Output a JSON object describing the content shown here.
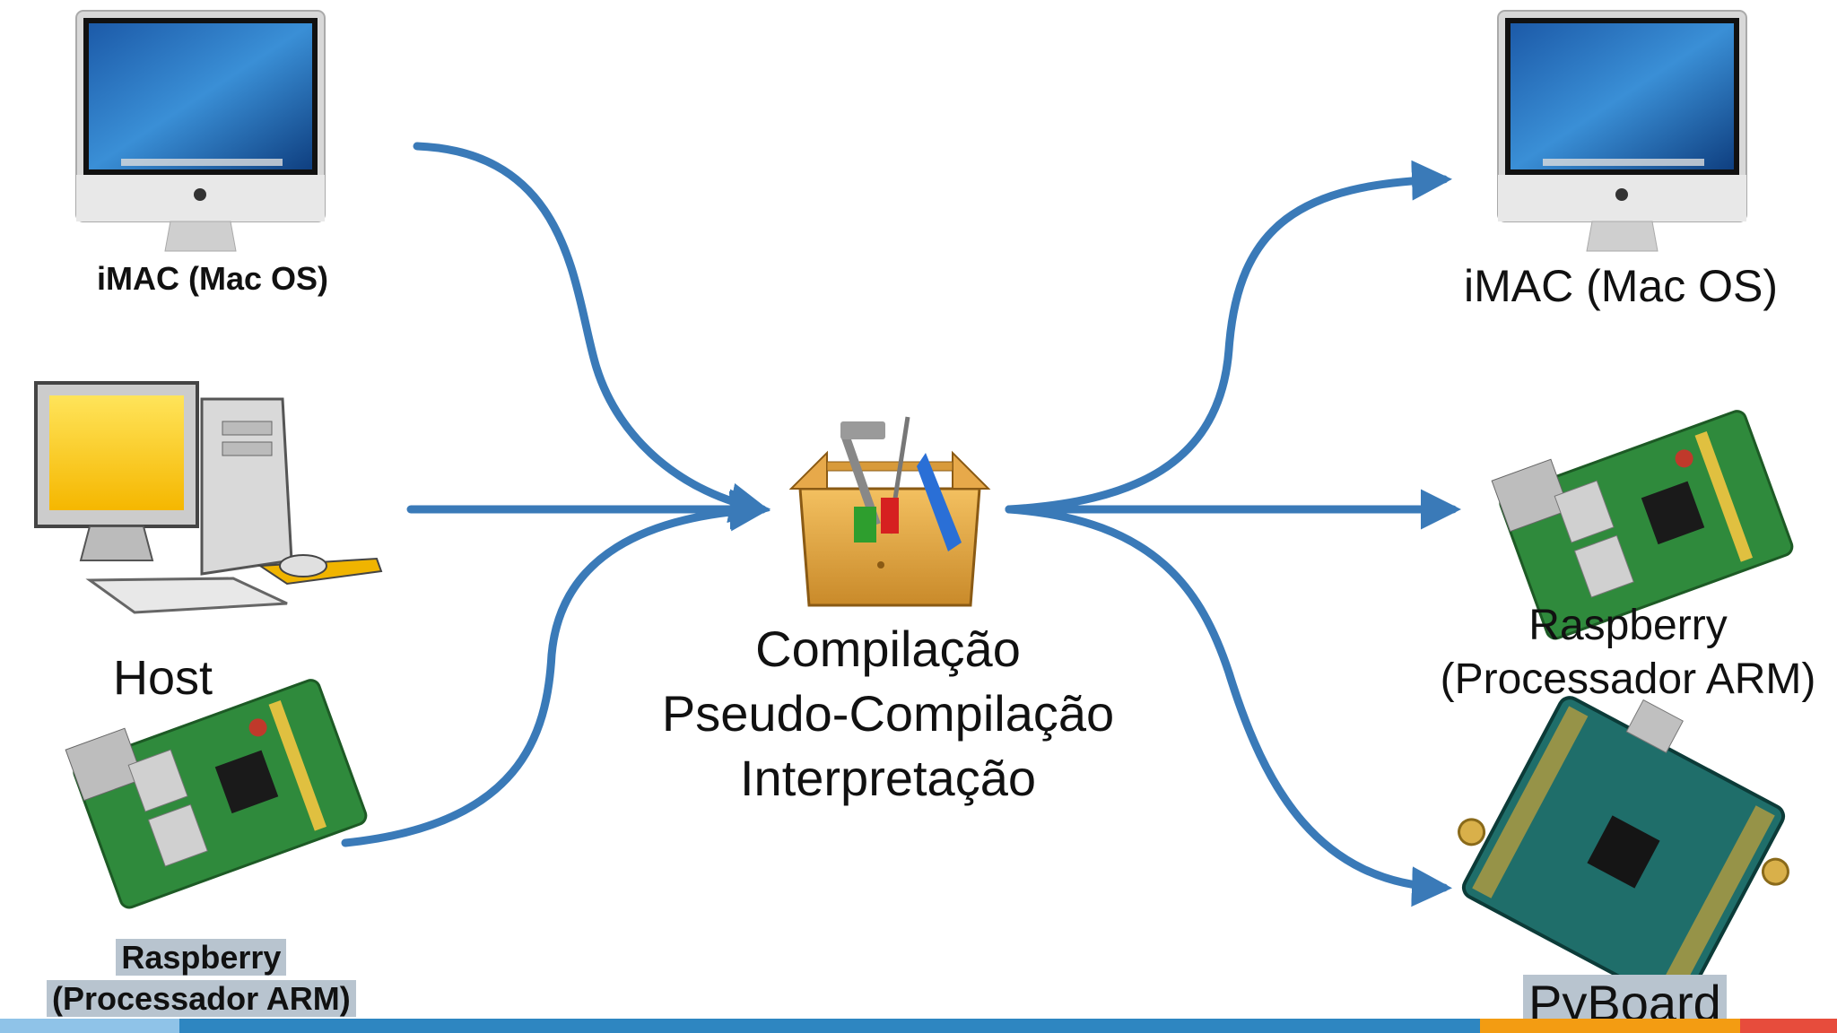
{
  "left": {
    "imac_label": "iMAC (Mac OS)",
    "host_label": "Host",
    "raspberry_line1": "Raspberry",
    "raspberry_line2": "(Processador ARM)"
  },
  "center": {
    "line1": "Compilação",
    "line2": "Pseudo-Compilação",
    "line3": "Interpretação"
  },
  "right": {
    "imac_label": "iMAC (Mac OS)",
    "raspberry_line1": "Raspberry",
    "raspberry_line2": "(Processador ARM)",
    "pyboard_label": "PyBoard"
  },
  "colors": {
    "arrow": "#3a7ab8",
    "bar_left": "#2e86c1",
    "bar_right_orange": "#f39c12",
    "bar_right_red": "#e74c3c",
    "highlight": "#b8c4cf"
  },
  "icons": [
    "imac-icon",
    "desktop-pc-icon",
    "raspberry-pi-icon",
    "toolbox-icon",
    "pyboard-icon"
  ]
}
